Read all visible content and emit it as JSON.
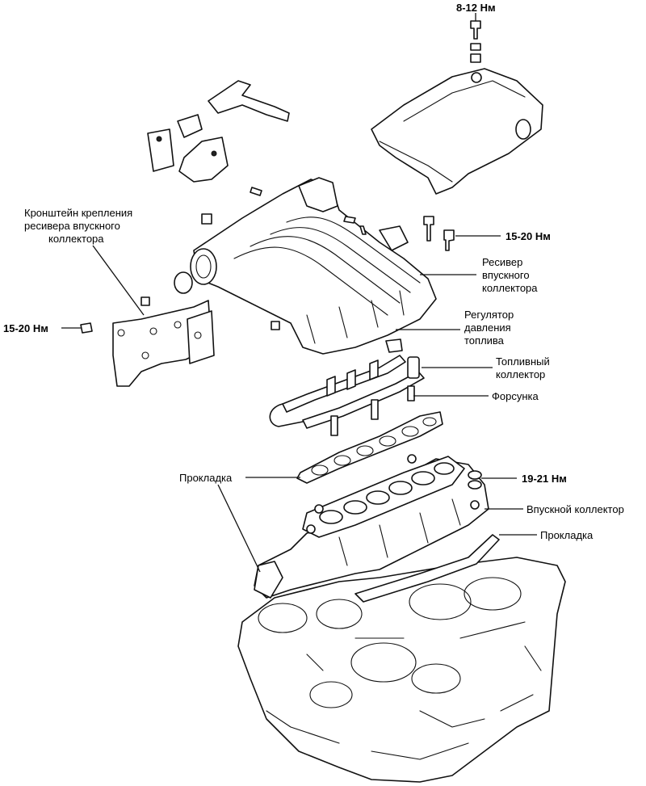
{
  "labels": {
    "torque_top": "8-12 Нм",
    "bracket_line1": "Кронштейн крепления",
    "bracket_line2": "ресивера впускного",
    "bracket_line3": "коллектора",
    "torque_left": "15-20 Нм",
    "torque_right": "15-20 Нм",
    "receiver_line1": "Ресивер",
    "receiver_line2": "впускного",
    "receiver_line3": "коллектора",
    "regulator_line1": "Регулятор",
    "regulator_line2": "давления",
    "regulator_line3": "топлива",
    "fuel_rail_line1": "Топливный",
    "fuel_rail_line2": "коллектор",
    "injector": "Форсунка",
    "gasket_left": "Прокладка",
    "torque_nut": "19-21 Нм",
    "intake_manifold": "Впускной коллектор",
    "gasket_right": "Прокладка"
  }
}
